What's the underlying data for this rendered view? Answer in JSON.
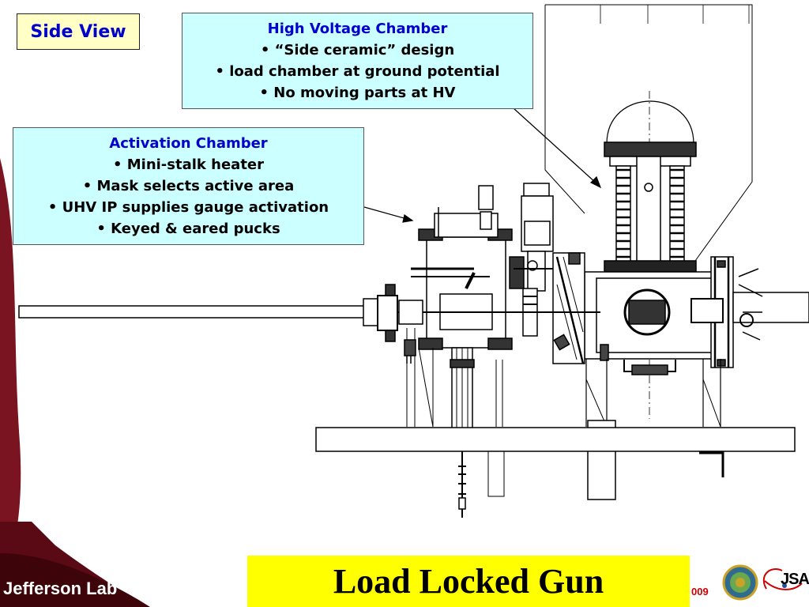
{
  "side_view_label": "Side View",
  "hv_callout": {
    "heading": "High Voltage Chamber",
    "bullets": [
      "• “Side ceramic” design",
      "• load chamber at ground potential",
      "• No moving parts at HV"
    ]
  },
  "activation_callout": {
    "heading": "Activation Chamber",
    "bullets": [
      "• Mini-stalk heater",
      "• Mask selects active area",
      "• UHV IP supplies gauge activation",
      "• Keyed & eared pucks"
    ]
  },
  "title": "Load Locked Gun",
  "footer": {
    "lab_name": "Jefferson Lab",
    "year_fragment": "009",
    "jsa_logo": "JSA"
  },
  "colors": {
    "callout_bg": "#ccffff",
    "callout_heading": "#0000cc",
    "title_bg": "#ffff00",
    "footer_red": "#cc0000",
    "corner_dark": "#5a0a14"
  }
}
